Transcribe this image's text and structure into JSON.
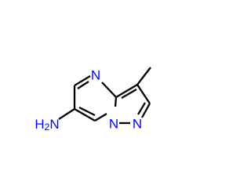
{
  "colors": {
    "background": "#ffffff",
    "bond": "#000000",
    "heteroatom_nitrogen": "#0000ff"
  },
  "atoms": {
    "n_pyrimidine": {
      "element": "N",
      "label": "N"
    },
    "n_bridgehead": {
      "element": "N",
      "label": "N"
    },
    "n_pyrazole": {
      "element": "N",
      "label": "N"
    },
    "amine": {
      "element": "N",
      "label": "H2N",
      "label_main": "H",
      "label_sub": "2",
      "label_end": "N"
    }
  }
}
